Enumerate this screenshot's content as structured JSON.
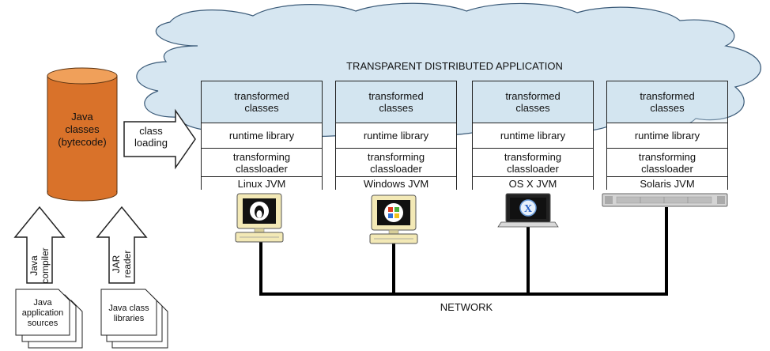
{
  "cloud_label": "TRANSPARENT DISTRIBUTED APPLICATION",
  "network_label": "NETWORK",
  "cylinder_label": [
    "Java",
    "classes",
    "(bytecode)"
  ],
  "class_loading_label": [
    "class",
    "loading"
  ],
  "compiler_arrow_label": [
    "Java",
    "compiler"
  ],
  "jar_arrow_label": [
    "JAR",
    "reader"
  ],
  "sources_doc_label": [
    "Java",
    "application",
    "sources"
  ],
  "libraries_doc_label": [
    "Java class",
    "libraries"
  ],
  "stacks": [
    {
      "transformed": [
        "transformed",
        "classes"
      ],
      "runtime": "runtime library",
      "loader": [
        "transforming",
        "classloader"
      ],
      "jvm": "Linux JVM",
      "machine": "linux-desktop-icon"
    },
    {
      "transformed": [
        "transformed",
        "classes"
      ],
      "runtime": "runtime library",
      "loader": [
        "transforming",
        "classloader"
      ],
      "jvm": "Windows JVM",
      "machine": "windows-desktop-icon"
    },
    {
      "transformed": [
        "transformed",
        "classes"
      ],
      "runtime": "runtime library",
      "loader": [
        "transforming",
        "classloader"
      ],
      "jvm": "OS X JVM",
      "machine": "mac-laptop-icon"
    },
    {
      "transformed": [
        "transformed",
        "classes"
      ],
      "runtime": "runtime library",
      "loader": [
        "transforming",
        "classloader"
      ],
      "jvm": "Solaris JVM",
      "machine": "rack-server-icon"
    }
  ],
  "colors": {
    "cylinder": "#d9722a",
    "cylinder_top": "#f0a05a",
    "cloud": "#d6e6f1",
    "cloud_stroke": "#3a5a78",
    "monitor": "#f3e9b6"
  }
}
